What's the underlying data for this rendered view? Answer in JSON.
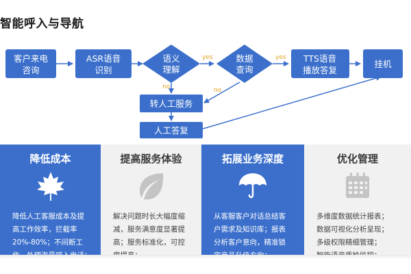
{
  "title": "智能呼入与导航",
  "flow": {
    "nodes": {
      "customer_call": [
        "客户来电",
        "咨询"
      ],
      "asr": [
        "ASR语音",
        "识别"
      ],
      "semantic": [
        "语义",
        "理解"
      ],
      "query": [
        "数据",
        "查询"
      ],
      "tts": [
        "TTS语音",
        "播放答复"
      ],
      "hangup": [
        "挂机"
      ],
      "transfer": [
        "转人工服务"
      ],
      "manual_answer": [
        "人工答复"
      ]
    },
    "labels": {
      "yes": "yes",
      "no": "no"
    }
  },
  "cards": [
    {
      "title": "降低成本",
      "icon": "maple-leaf-icon",
      "style": "blue",
      "lines": [
        "降低人工客服成本及提",
        "高工作效率，拦截率",
        "20%-80%；不间断工",
        "作，处理海量呼入电话；"
      ]
    },
    {
      "title": "提高服务体验",
      "icon": "leaf-icon",
      "style": "gray",
      "lines": [
        "解决问题时长大幅度缩",
        "减，服务满意度显著提",
        "高；服务标准化，可控",
        "度提高；"
      ]
    },
    {
      "title": "拓展业务深度",
      "icon": "umbrella-icon",
      "style": "blue",
      "lines": [
        "从客服客户对话总结客",
        "户需求及知识库；报表",
        "分析客户意向，精准锁",
        "定产品升级方向；"
      ]
    },
    {
      "title": "优化管理",
      "icon": "calendar-icon",
      "style": "gray",
      "lines": [
        "多维度数据统计报表；",
        "数据可视化分析呈现；",
        "多级权限精细管理；",
        "智能语音质检监控；"
      ]
    }
  ],
  "colors": {
    "primary": "#3b6fcb",
    "label": "#e0a020",
    "card_gray": "#f1f1f1"
  }
}
